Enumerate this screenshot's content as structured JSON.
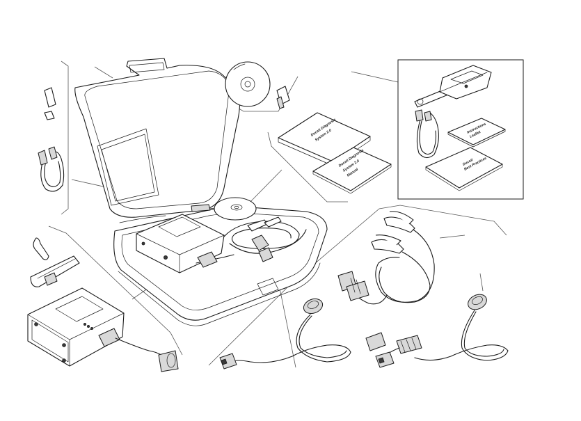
{
  "manuals": {
    "manual_1": [
      "Ducati Diagnosis",
      "System 2.0"
    ],
    "manual_2": [
      "Ducati Diagnosis",
      "System 2.0",
      "Manual"
    ],
    "manual_3": [
      "Instructions",
      "Leaflet"
    ],
    "manual_4": [
      "Ducati",
      "Best Practices"
    ]
  },
  "colors": {
    "line": "#1a1a1a",
    "panel": "#ffffff",
    "connector_fill": "#d9d9d9"
  }
}
